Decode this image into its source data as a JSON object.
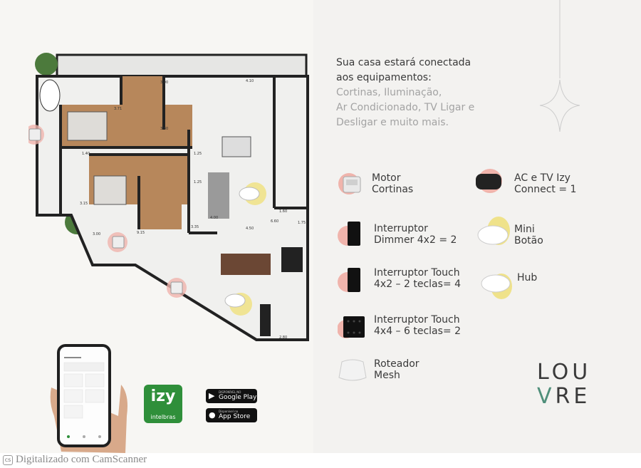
{
  "intro": {
    "line1": "Sua casa estará conectada",
    "line2": "aos equipamentos:",
    "line3": "Cortinas, Iluminação,",
    "line4": "Ar Condicionado, TV Ligar e",
    "line5": "Desligar e muito mais."
  },
  "devices": {
    "motor": {
      "line1": "Motor",
      "line2": "Cortinas",
      "icon": "curtain-motor-icon"
    },
    "ac_tv": {
      "line1": "AC e TV Izy",
      "line2": "Connect = 1",
      "icon": "ir-controller-icon"
    },
    "dimmer": {
      "line1": "Interruptor",
      "line2": "Dimmer 4x2 = 2",
      "icon": "dimmer-switch-icon"
    },
    "mini_botao": {
      "line1": "Mini",
      "line2": "Botão",
      "icon": "mini-button-icon"
    },
    "touch_4x2": {
      "line1": "Interruptor Touch",
      "line2": "4x2 – 2 teclas= 4",
      "icon": "touch-switch-4x2-icon"
    },
    "hub": {
      "line1": "Hub",
      "icon": "hub-icon"
    },
    "touch_4x4": {
      "line1": "Interruptor Touch",
      "line2": "4x4 – 6 teclas= 2",
      "icon": "touch-switch-4x4-icon"
    },
    "mesh": {
      "line1": "Roteador",
      "line2": "Mesh",
      "icon": "mesh-router-icon"
    }
  },
  "brand": {
    "part1": "LOU",
    "accent": "V",
    "part2": "RE",
    "accent_color": "#4f8f7a"
  },
  "app": {
    "intelbras_logo": "izy",
    "intelbras_name": "intelbras",
    "google_small": "DISPONÍVEL NO",
    "google_big": "Google Play",
    "apple_small": "Disponível na",
    "apple_big": "App Store"
  },
  "floorplan_labels": {
    "d1": "4.10",
    "d2": "3.71",
    "d3": "3.00",
    "d4": "1.25",
    "d5": "1.40",
    "d6": "1.25",
    "d7": "3.15",
    "d8": "3.80",
    "d9": "4.50",
    "d10": "4.00",
    "d11": "6.60",
    "d12": "2.80",
    "d13": "1.60",
    "d14": "9.15",
    "d15": "3.00",
    "d16": "1.75",
    "d17": "3.35"
  },
  "footer": {
    "watermark": "Digitalizado com CamScanner",
    "badge": "cs"
  },
  "colors": {
    "accent_pink": "#f0b4ac",
    "accent_yellow": "#efe28a",
    "brand_green": "#4f8f7a"
  }
}
